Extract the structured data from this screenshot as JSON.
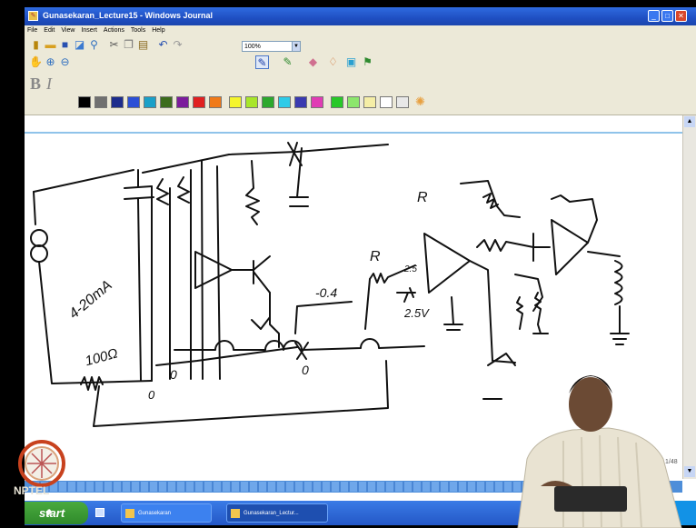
{
  "window": {
    "title": "Gunasekaran_Lecture15 - Windows Journal",
    "buttons": {
      "minimize": "_",
      "maximize": "□",
      "close": "✕"
    }
  },
  "menu": [
    "File",
    "Edit",
    "View",
    "Insert",
    "Actions",
    "Tools",
    "Help"
  ],
  "toolbar": {
    "zoom_value": "100%"
  },
  "palette": [
    "#000000",
    "#707070",
    "#1c2c8c",
    "#2b4fd6",
    "#1aa0c8",
    "#3c6c1c",
    "#7c1c9c",
    "#e02020",
    "#f07a18",
    "#f5f52c",
    "#a8e62a",
    "#2ca82c",
    "#2ecbe8",
    "#3a3ab0",
    "#e03cb4",
    "#28c828",
    "#8ce66c",
    "#f5eea6",
    "#ffffff",
    "#e8e8e8"
  ],
  "whiteboard": {
    "labels": {
      "current": "4-20mA",
      "resistor": "100Ω",
      "r1": "R",
      "r2": "R",
      "neg_voltage": "-0.4",
      "voltage": "2.5V",
      "v25": "2.5",
      "zero1": "0",
      "zero2": "0",
      "zero3": "0"
    }
  },
  "page_indicator": "1/48",
  "taskbar": {
    "start": "start",
    "items": [
      "Gunasekaran",
      "Gunasekaran_Lectur..."
    ]
  },
  "watermark": "NPTEL"
}
